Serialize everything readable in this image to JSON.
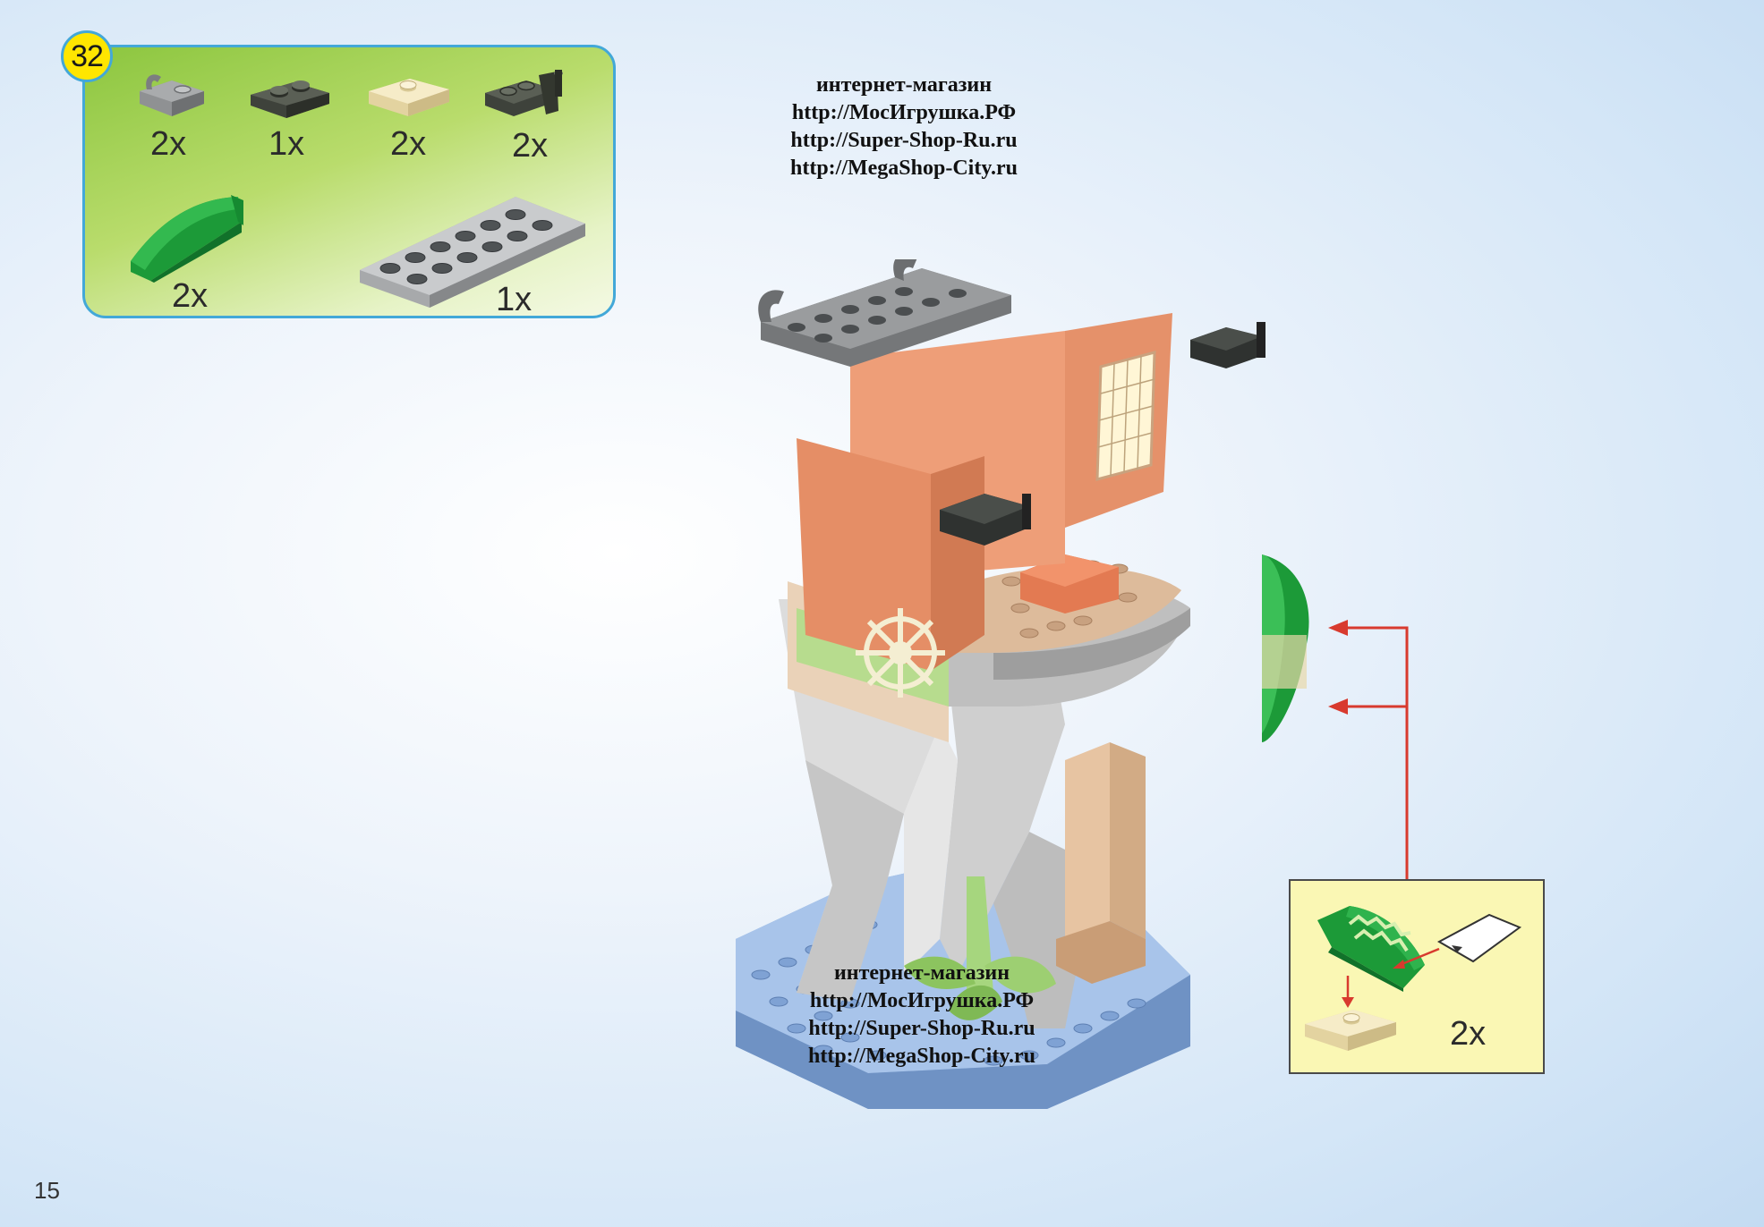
{
  "step": {
    "number": "32"
  },
  "parts": [
    {
      "id": "clip-plate",
      "icon": "light-gray-clip-plate-icon",
      "color": "#9a9c9e",
      "qty": "2x"
    },
    {
      "id": "plate-1x2",
      "icon": "dark-gray-plate-1x2-icon",
      "color": "#4d5148",
      "qty": "1x"
    },
    {
      "id": "jumper-plate",
      "icon": "tan-jumper-plate-icon",
      "color": "#efe2b8",
      "qty": "2x"
    },
    {
      "id": "bar-holder-plate",
      "icon": "dark-gray-bar-holder-plate-icon",
      "color": "#4d5148",
      "qty": "2x"
    },
    {
      "id": "curved-slope",
      "icon": "green-curved-slope-icon",
      "color": "#1f9e3a",
      "qty": "2x"
    },
    {
      "id": "plate-2x6",
      "icon": "light-gray-plate-2x6-icon",
      "color": "#b9bbbd",
      "qty": "1x"
    }
  ],
  "watermark_top": {
    "line1": "интернет-магазин",
    "line2": "http://МосИгрушка.РФ",
    "line3": "http://Super-Shop-Ru.ru",
    "line4": "http://MegaShop-City.ru"
  },
  "watermark_bottom": {
    "line1": "интернет-магазин",
    "line2": "http://МосИгрушка.РФ",
    "line3": "http://Super-Shop-Ru.ru",
    "line4": "http://MegaShop-City.ru"
  },
  "callout": {
    "qty": "2x",
    "sticker_icon": "sticker-icon"
  },
  "page": {
    "number": "15"
  },
  "colors": {
    "accent_border": "#43a8d8",
    "badge": "#ffe600",
    "panel_green": "#8cc63f",
    "callout_bg": "#faf7b4",
    "arrow_red": "#d83a2e"
  }
}
